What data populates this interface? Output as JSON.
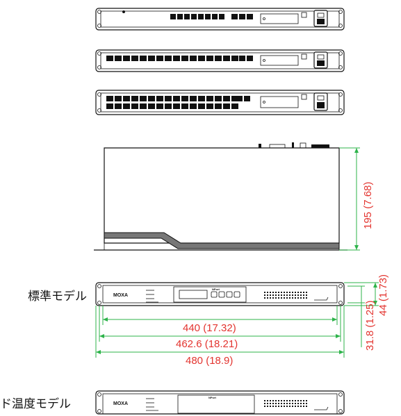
{
  "labels": {
    "standard_model": "標準モデル",
    "wide_temp_model": "ド温度モデル"
  },
  "dimensions": {
    "depth": "195 (7.68)",
    "width_inner": "440 (17.32)",
    "width_mid": "462.6 (18.21)",
    "width_outer": "480 (18.9)",
    "height_total": "44 (1.73)",
    "height_bracket": "31.8 (1.25)"
  },
  "device": {
    "brand": "MOXA",
    "product": "NPort"
  },
  "colors": {
    "dimension_line": "#2db34a",
    "dimension_text": "#e3342f"
  }
}
